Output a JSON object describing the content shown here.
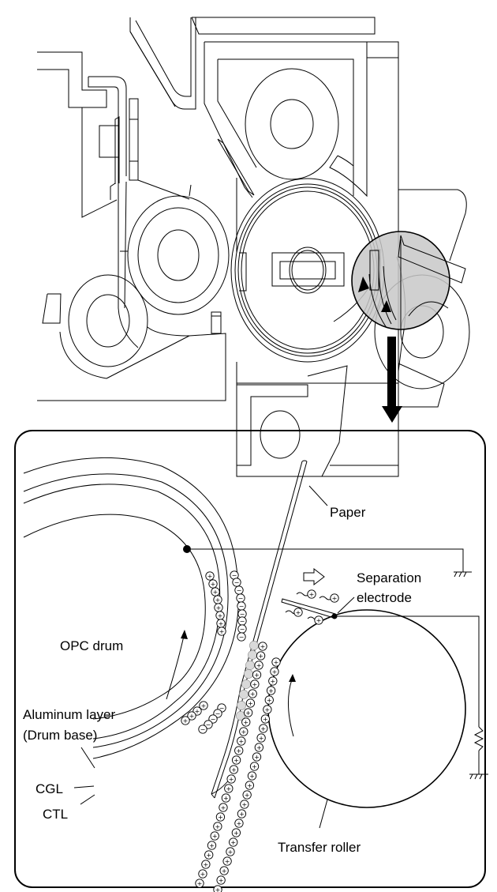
{
  "figure": {
    "title": "Transfer and separation process at the OPC drum",
    "overview_diagram": {
      "description": "Cross-section of the image-forming unit; the gray circle marks the region magnified below",
      "magnifier_color": "#c8c8c8"
    },
    "detail_panel": {
      "labels": {
        "paper": "Paper",
        "separation_electrode_line1": "Separation",
        "separation_electrode_line2": "electrode",
        "opc_drum": "OPC drum",
        "aluminum_line1": "Aluminum layer",
        "aluminum_line2": "(Drum base)",
        "cgl": "CGL",
        "ctl": "CTL",
        "transfer_roller": "Transfer roller"
      },
      "charge_symbols": {
        "positive": "+",
        "negative": "−"
      },
      "toner_color": "#d9d9d9"
    }
  }
}
